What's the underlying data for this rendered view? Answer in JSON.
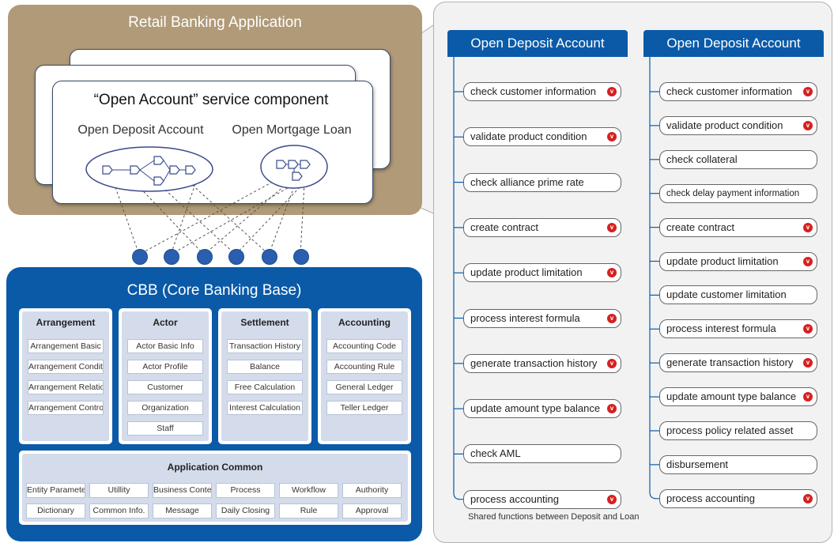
{
  "retail": {
    "title": "Retail Banking Application",
    "service_component": "“Open Account” service component",
    "left_label": "Open Deposit Account",
    "right_label": "Open Mortgage Loan"
  },
  "cbb": {
    "title": "CBB (Core Banking Base)",
    "modules": [
      {
        "title": "Arrangement",
        "items": [
          "Arrangement Basic",
          "Arrangement Condition",
          "Arrangement Relation",
          "Arrangement Control"
        ]
      },
      {
        "title": "Actor",
        "items": [
          "Actor Basic Info",
          "Actor Profile",
          "Customer",
          "Organization",
          "Staff"
        ]
      },
      {
        "title": "Settlement",
        "items": [
          "Transaction History",
          "Balance",
          "Free Calculation",
          "Interest Calculation"
        ]
      },
      {
        "title": "Accounting",
        "items": [
          "Accounting Code",
          "Accounting Rule",
          "General Ledger",
          "Teller Ledger"
        ]
      }
    ],
    "common": {
      "title": "Application Common",
      "row1": [
        "Entity Parameter",
        "Utillity",
        "Business Context",
        "Process",
        "Workflow",
        "Authority"
      ],
      "row2": [
        "Dictionary",
        "Common Info.",
        "Message",
        "Daily Closing",
        "Rule",
        "Approval"
      ]
    }
  },
  "process_columns": [
    {
      "header": "Open Deposit Account",
      "steps": [
        {
          "label": "check customer information",
          "shared": true
        },
        {
          "label": "validate product condition",
          "shared": true
        },
        {
          "label": "check alliance prime rate",
          "shared": false
        },
        {
          "label": "create contract",
          "shared": true
        },
        {
          "label": "update product limitation",
          "shared": true
        },
        {
          "label": "process interest formula",
          "shared": true
        },
        {
          "label": "generate transaction history",
          "shared": true
        },
        {
          "label": "update amount type balance",
          "shared": true
        },
        {
          "label": "check AML",
          "shared": false
        },
        {
          "label": "process accounting",
          "shared": true
        }
      ]
    },
    {
      "header": "Open Deposit Account",
      "steps": [
        {
          "label": "check customer information",
          "shared": true
        },
        {
          "label": "validate product condition",
          "shared": true
        },
        {
          "label": "check collateral",
          "shared": false
        },
        {
          "label": "check delay payment information",
          "shared": false
        },
        {
          "label": "create contract",
          "shared": true
        },
        {
          "label": "update product limitation",
          "shared": true
        },
        {
          "label": "update customer limitation",
          "shared": false
        },
        {
          "label": "process interest formula",
          "shared": true
        },
        {
          "label": "generate transaction history",
          "shared": true
        },
        {
          "label": "update amount type balance",
          "shared": true
        },
        {
          "label": "process policy related asset",
          "shared": false
        },
        {
          "label": "disbursement",
          "shared": false
        },
        {
          "label": "process accounting",
          "shared": true
        }
      ]
    }
  ],
  "badge_symbol": "v",
  "shared_note": "Shared functions between Deposit and Loan",
  "colors": {
    "brand_blue": "#0a5aa8",
    "retail_tan": "#b09a78",
    "badge_red": "#d62020"
  }
}
